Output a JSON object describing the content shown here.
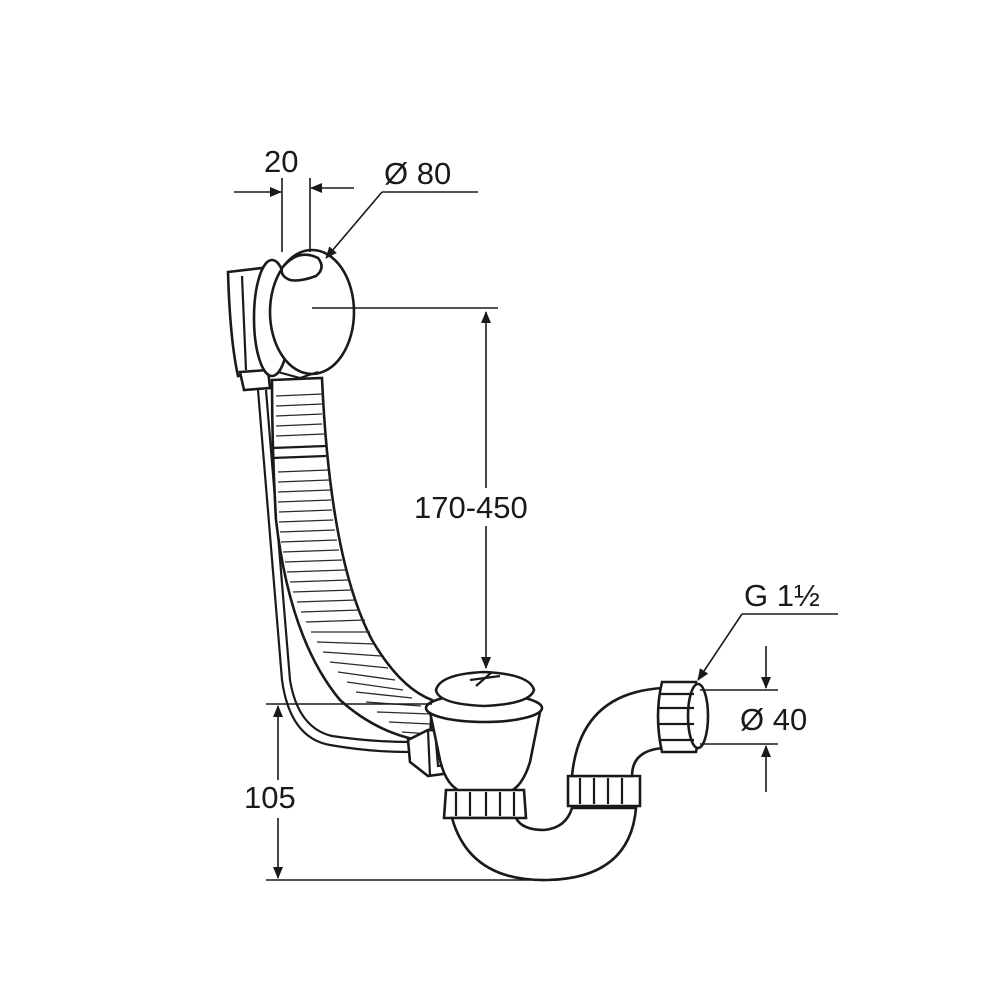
{
  "dimensions": {
    "width_20": "20",
    "overflow_diameter": "Ø 80",
    "height_range": "170-450",
    "thread": "G 1½",
    "outlet_diameter": "Ø 40",
    "height_105": "105"
  },
  "colors": {
    "line": "#1a1a1a",
    "background": "#ffffff"
  }
}
